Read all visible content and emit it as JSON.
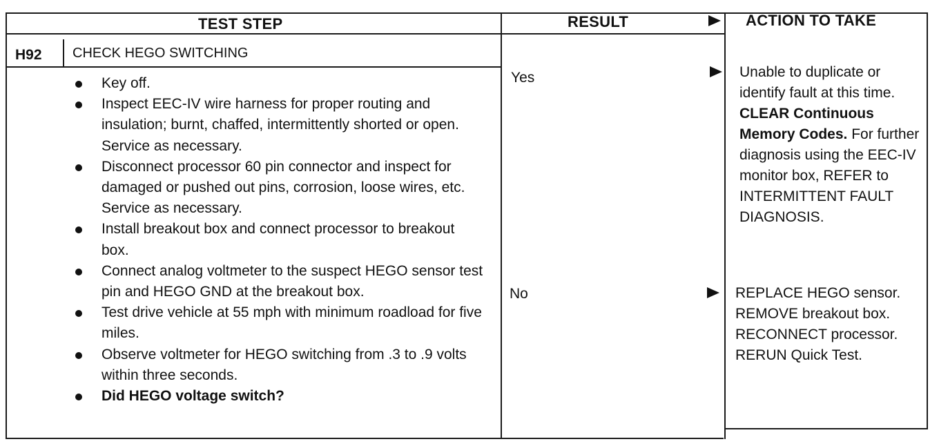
{
  "table": {
    "headers": {
      "test_step": "TEST STEP",
      "result": "RESULT",
      "action": "ACTION TO TAKE"
    },
    "step": {
      "code": "H92",
      "title": "CHECK HEGO SWITCHING",
      "items": [
        "Key off.",
        "Inspect EEC-IV wire harness for proper routing and insulation; burnt, chaffed, intermittently shorted or open. Service as necessary.",
        "Disconnect processor 60 pin connector and inspect for damaged or pushed out pins, corrosion, loose wires, etc. Service as necessary.",
        "Install breakout box and connect processor to breakout box.",
        "Connect analog voltmeter to the suspect HEGO sensor test pin and HEGO GND at the breakout box.",
        "Test drive vehicle at 55 mph with minimum roadload for five miles.",
        "Observe voltmeter for HEGO switching from .3 to .9 volts within three seconds.",
        "Did HEGO voltage switch?"
      ]
    },
    "results": [
      {
        "label": "Yes",
        "action": {
          "pre": "Unable to duplicate or identify fault at this time. ",
          "bold": "CLEAR Continuous Memory Codes.",
          "post": " For further diagnosis using the EEC-IV monitor box, REFER to INTERMITTENT FAULT DIAGNOSIS."
        }
      },
      {
        "label": "No",
        "action": {
          "text": "REPLACE HEGO sensor. REMOVE breakout box. RECONNECT processor. RERUN Quick Test."
        }
      }
    ]
  }
}
